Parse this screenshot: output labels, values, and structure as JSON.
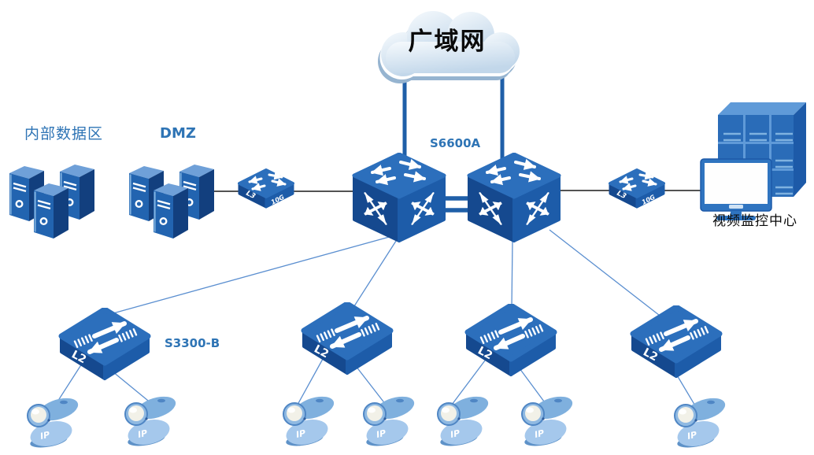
{
  "labels": {
    "wan": "广域网",
    "internal_zone": "内部数据区",
    "dmz": "DMZ",
    "core_switch": "S6600A",
    "access_switch": "S3300-B",
    "video_center": "视频监控中心"
  },
  "icon_text": {
    "l3": "L3",
    "ten_g": "10G",
    "l2": "L2",
    "camera": "IP"
  },
  "colors": {
    "label_blue": "#2E74B5",
    "switch_top": "#2C6FBC",
    "switch_left_face": "#15498F",
    "switch_right_face": "#1D5CA9",
    "server_front": "#2264B0",
    "camera_body": "#8FB9E2",
    "trunk_line": "#1F5FA8",
    "access_line": "#5B8FD0",
    "cable_black": "#1A1A1A",
    "cloud_fill_top": "#F6FAFD",
    "cloud_fill_bottom": "#C2D7EA",
    "cloud_shadow": "#96B4D0"
  },
  "nodes": [
    {
      "id": "wan-cloud",
      "type": "cloud",
      "label": "广域网"
    },
    {
      "id": "internal-data-servers",
      "type": "server-group",
      "label": "内部数据区"
    },
    {
      "id": "dmz-servers",
      "type": "server-group",
      "label": "DMZ"
    },
    {
      "id": "l3-switch-left",
      "type": "l3-switch",
      "face_labels": [
        "L3",
        "10G"
      ]
    },
    {
      "id": "core-switch-left",
      "type": "core-switch",
      "label": "S6600A"
    },
    {
      "id": "core-switch-right",
      "type": "core-switch",
      "label": "S6600A"
    },
    {
      "id": "l3-switch-right",
      "type": "l3-switch",
      "face_labels": [
        "L3",
        "10G"
      ]
    },
    {
      "id": "video-center",
      "type": "rack-monitor",
      "label": "视频监控中心"
    },
    {
      "id": "access-switch-1",
      "type": "l2-switch",
      "face_label": "L2",
      "label": "S3300-B"
    },
    {
      "id": "access-switch-2",
      "type": "l2-switch",
      "face_label": "L2"
    },
    {
      "id": "access-switch-3",
      "type": "l2-switch",
      "face_label": "L2"
    },
    {
      "id": "access-switch-4",
      "type": "l2-switch",
      "face_label": "L2"
    },
    {
      "id": "camera-1",
      "type": "ip-camera",
      "face_label": "IP"
    },
    {
      "id": "camera-2",
      "type": "ip-camera",
      "face_label": "IP"
    },
    {
      "id": "camera-3",
      "type": "ip-camera",
      "face_label": "IP"
    },
    {
      "id": "camera-4",
      "type": "ip-camera",
      "face_label": "IP"
    },
    {
      "id": "camera-5",
      "type": "ip-camera",
      "face_label": "IP"
    },
    {
      "id": "camera-6",
      "type": "ip-camera",
      "face_label": "IP"
    },
    {
      "id": "camera-7",
      "type": "ip-camera",
      "face_label": "IP"
    }
  ],
  "links": [
    {
      "from": "wan-cloud",
      "to": "core-switch-left",
      "style": "trunk"
    },
    {
      "from": "wan-cloud",
      "to": "core-switch-right",
      "style": "trunk"
    },
    {
      "from": "core-switch-left",
      "to": "core-switch-right",
      "style": "trunk-double"
    },
    {
      "from": "dmz-servers",
      "to": "core-switch-left",
      "style": "cable",
      "via": "l3-switch-left"
    },
    {
      "from": "core-switch-right",
      "to": "video-center",
      "style": "cable",
      "via": "l3-switch-right"
    },
    {
      "from": "core-switch-left",
      "to": "access-switch-1",
      "style": "access"
    },
    {
      "from": "core-switch-left",
      "to": "access-switch-2",
      "style": "access"
    },
    {
      "from": "core-switch-right",
      "to": "access-switch-3",
      "style": "access"
    },
    {
      "from": "core-switch-right",
      "to": "access-switch-4",
      "style": "access"
    },
    {
      "from": "access-switch-1",
      "to": "camera-1",
      "style": "access"
    },
    {
      "from": "access-switch-1",
      "to": "camera-2",
      "style": "access"
    },
    {
      "from": "access-switch-2",
      "to": "camera-3",
      "style": "access"
    },
    {
      "from": "access-switch-2",
      "to": "camera-4",
      "style": "access"
    },
    {
      "from": "access-switch-3",
      "to": "camera-5",
      "style": "access"
    },
    {
      "from": "access-switch-3",
      "to": "camera-6",
      "style": "access"
    },
    {
      "from": "access-switch-4",
      "to": "camera-7",
      "style": "access"
    }
  ]
}
